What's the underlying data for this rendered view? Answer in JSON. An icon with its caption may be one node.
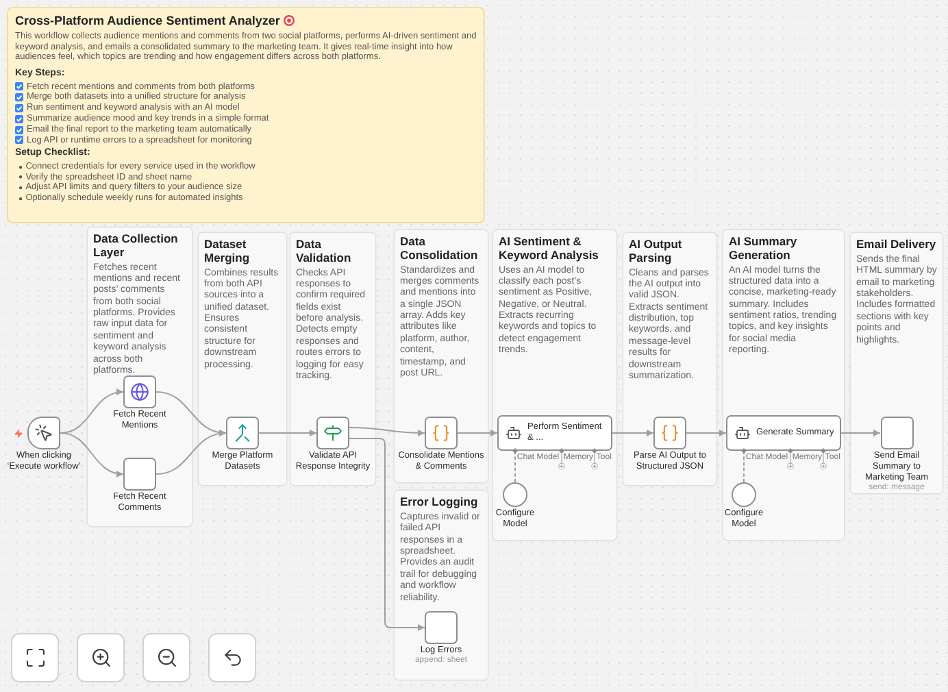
{
  "diagram": {
    "nodes": [
      {
        "text": [
          "Cross-Platform Audience Sentiment Analyzer",
          "This workflow collects audience mentions and comments from two social platforms, performs AI-driven sentiment and keyword analysis, and emails a consolidated summary to the marketing team. It gives real-time insight into how audiences feel, which topics are trending and how engagement differs across both platforms.",
          "Key Steps:",
          "Fetch recent mentions and comments from both platforms",
          "Merge both datasets into a unified structure for analysis",
          "Run sentiment and keyword analysis with an AI model",
          "Summarize audience mood and key trends in a simple format",
          "Email the final report to the marketing team automatically",
          "Log API or runtime errors to a spreadsheet for monitoring",
          "Setup Checklist:",
          "Connect credentials for every service used in the workflow",
          "Verify the spreadsheet ID and sheet name",
          "Adjust API limits and query filters to your audience size",
          "Optionally schedule weekly runs for automated insights"
        ]
      },
      {
        "text": [
          "When clicking ‘Execute workflow’"
        ]
      },
      {
        "text": [
          "Data Collection Layer",
          "Fetches recent mentions and recent posts’ comments from both social platforms. Provides raw input data for sentiment and keyword analysis across both platforms."
        ]
      },
      {
        "text": [
          "Fetch Recent Mentions"
        ],
        "in": 2
      },
      {
        "text": [
          "Fetch Recent Comments"
        ],
        "in": 2
      },
      {
        "text": [
          "Dataset Merging",
          "Combines results from both API sources into a unified dataset. Ensures consistent structure for downstream processing."
        ]
      },
      {
        "text": [
          "Merge Platform Datasets"
        ],
        "in": 5
      },
      {
        "text": [
          "Data Validation",
          "Checks API responses to confirm required fields exist before analysis. Detects empty responses and routes errors to logging for easy tracking."
        ]
      },
      {
        "text": [
          "Validate API Response Integrity"
        ],
        "in": 7
      },
      {
        "text": [
          "Data Consolidation",
          "Standardizes and merges comments and mentions into a single JSON array. Adds key attributes like platform, author, content, timestamp, and post URL."
        ]
      },
      {
        "text": [
          "Consolidate Mentions & Comments"
        ],
        "in": 9
      },
      {
        "text": [
          "Error Logging",
          "Captures invalid or failed API responses in a spreadsheet. Provides an audit trail for debugging and workflow reliability."
        ]
      },
      {
        "text": [
          "Log Errors",
          "append: sheet"
        ],
        "in": 11
      },
      {
        "text": [
          "AI Sentiment & Keyword Analysis",
          "Uses an AI model to classify each post’s sentiment as Positive, Negative, or Neutral. Extracts recurring keywords and topics to detect engagement trends."
        ]
      },
      {
        "text": [
          "Perform Sentiment & ..."
        ],
        "in": 13,
        "beside": [
          "Chat Model",
          "Memory",
          "Tool"
        ]
      },
      {
        "text": [
          "Configure Model"
        ],
        "in": 13
      },
      {
        "text": [
          "AI Output Parsing",
          "Cleans and parses the AI output into valid JSON. Extracts sentiment distribution, top keywords, and message-level results for downstream summarization."
        ]
      },
      {
        "text": [
          "Parse AI Output to Structured JSON"
        ],
        "in": 16
      },
      {
        "text": [
          "AI Summary Generation",
          "An AI model turns the structured data into a concise, marketing-ready summary. Includes sentiment ratios, trending topics, and key insights for social media reporting."
        ]
      },
      {
        "text": [
          "Generate Summary"
        ],
        "in": 18,
        "beside": [
          "Chat Model",
          "Memory",
          "Tool"
        ]
      },
      {
        "text": [
          "Configure Model"
        ],
        "in": 18
      },
      {
        "text": [
          "Email Delivery",
          "Sends the final HTML summary by email to marketing stakeholders. Includes formatted sections with key points and highlights."
        ]
      },
      {
        "text": [
          "Send Email Summary to Marketing Team",
          "send: message"
        ],
        "in": 21
      }
    ],
    "edges": [
      {
        "from": 1,
        "to": 3,
        "arrow": "to"
      },
      {
        "from": 1,
        "to": 4,
        "arrow": "to"
      },
      {
        "from": 3,
        "to": 6,
        "arrow": "to"
      },
      {
        "from": 4,
        "to": 6,
        "arrow": "to"
      },
      {
        "from": 6,
        "to": 8,
        "arrow": "to"
      },
      {
        "from": 8,
        "to": 10,
        "arrow": "to"
      },
      {
        "from": 8,
        "to": 12,
        "arrow": "to"
      },
      {
        "from": 10,
        "to": 14,
        "arrow": "to"
      },
      {
        "from": 15,
        "to": 14,
        "arrow": "none",
        "style": "dashed"
      },
      {
        "from": 14,
        "to": 17,
        "arrow": "to"
      },
      {
        "from": 17,
        "to": 19,
        "arrow": "to"
      },
      {
        "from": 20,
        "to": 19,
        "arrow": "none",
        "style": "dashed"
      },
      {
        "from": 19,
        "to": 22,
        "arrow": "to"
      }
    ]
  }
}
